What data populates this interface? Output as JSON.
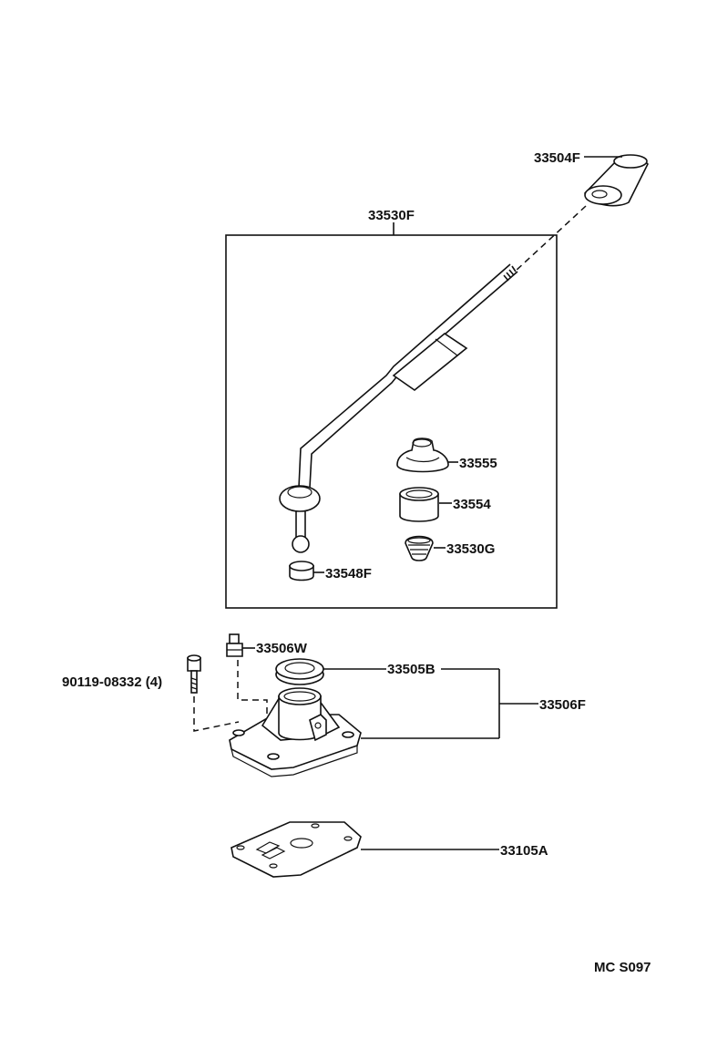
{
  "labels": {
    "knob": "33504F",
    "lever_assy": "33530F",
    "boot": "33555",
    "bushing": "33554",
    "spring": "33530G",
    "seat": "33548F",
    "breather_plug": "33506W",
    "bolt": "90119-08332 (4)",
    "retainer_ring": "33505B",
    "lever_retainer": "33506F",
    "gasket": "33105A",
    "diagram_code": "MC  S097"
  }
}
